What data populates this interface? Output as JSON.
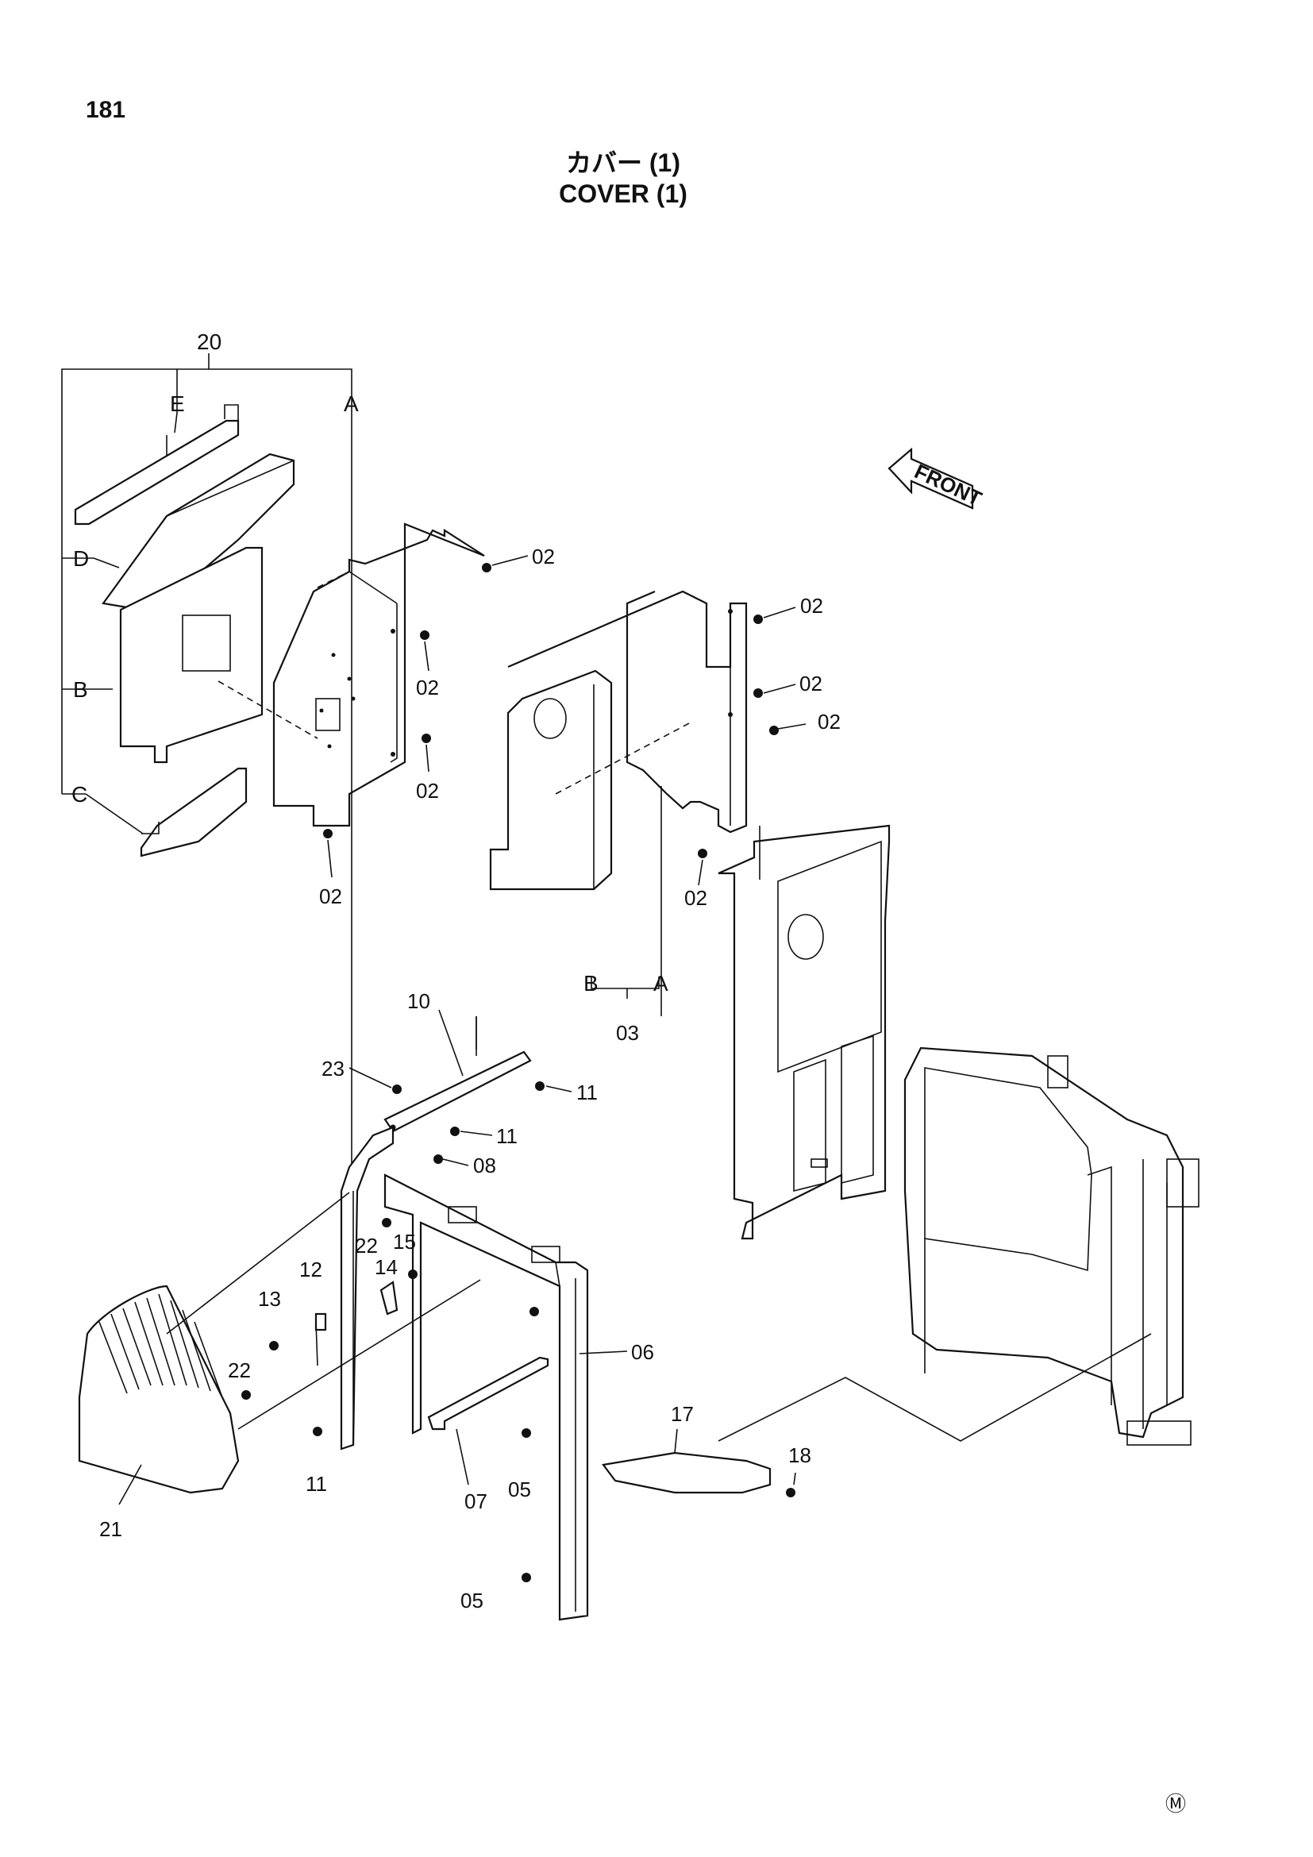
{
  "page_number": "181",
  "title_ja": "カバー (1)",
  "title_en": "COVER (1)",
  "front_label": "FRONT",
  "corner_mark": "Ⓜ",
  "callouts": {
    "c20": "20",
    "cE": "E",
    "cA1": "A",
    "cD": "D",
    "cB1": "B",
    "cC": "C",
    "c02a": "02",
    "c02b": "02",
    "c02c": "02",
    "c02d": "02",
    "c02e": "02",
    "c02f": "02",
    "c02g": "02",
    "c02h": "02",
    "cB2": "B",
    "cA2": "A",
    "c03": "03",
    "c10": "10",
    "c23": "23",
    "c11a": "11",
    "c11b": "11",
    "c08": "08",
    "c22a": "22",
    "c15": "15",
    "c14": "14",
    "c12": "12",
    "c13": "13",
    "c22b": "22",
    "c06": "06",
    "c11c": "11",
    "c07": "07",
    "c05a": "05",
    "c17": "17",
    "c18": "18",
    "c21": "21",
    "c05b": "05"
  }
}
